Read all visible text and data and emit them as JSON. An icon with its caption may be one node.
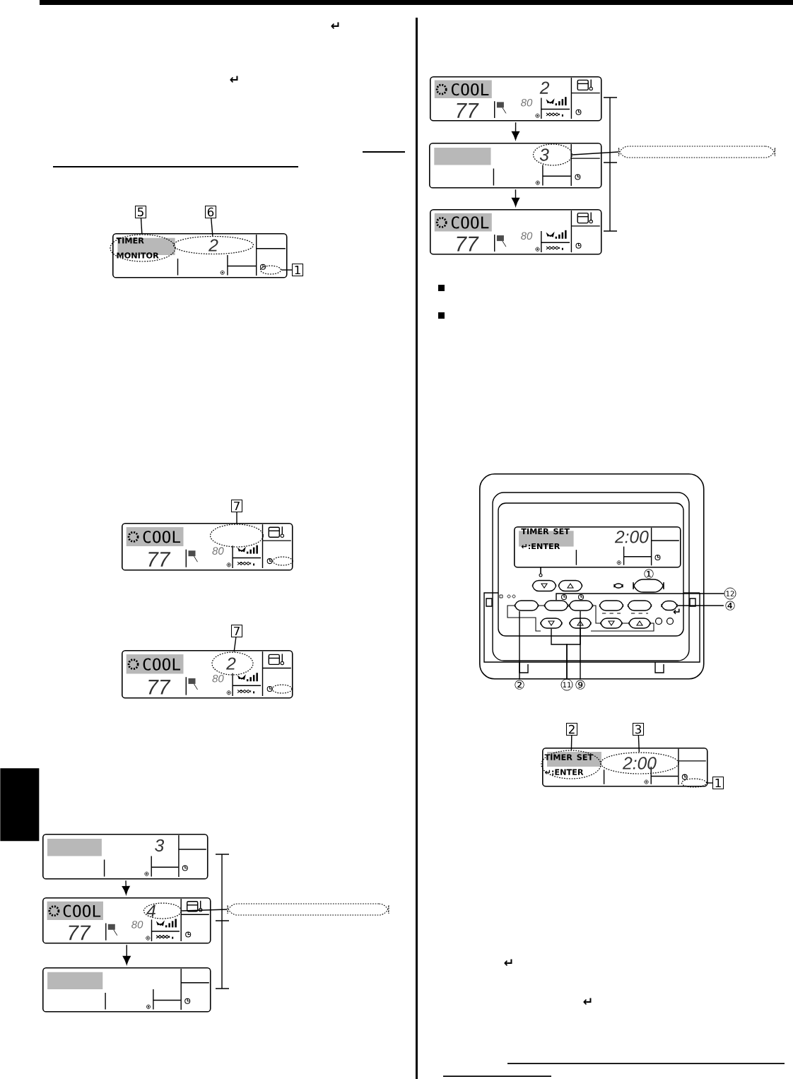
{
  "diagram": {
    "nodes": [
      {
        "text": [],
        "shape": "box"
      },
      {
        "text": [
          "TIMER MONITOR"
        ],
        "in": 0
      },
      {
        "text": [
          "2"
        ],
        "in": 0
      },
      {
        "text": [],
        "shape": "circle",
        "in": 0
      },
      {
        "text": [
          "5"
        ]
      },
      {
        "text": [
          "6"
        ]
      },
      {
        "text": [
          "1"
        ]
      },
      {
        "text": [
          "COOL",
          "77",
          "80"
        ]
      },
      {
        "text": [],
        "shape": "circle",
        "in": 7
      },
      {
        "text": [],
        "shape": "circle",
        "in": 7
      },
      {
        "text": [
          "7"
        ]
      },
      {
        "text": [
          "COOL",
          "77",
          "80"
        ]
      },
      {
        "text": [
          "2"
        ],
        "in": 11
      },
      {
        "text": [],
        "shape": "circle",
        "in": 11
      },
      {
        "text": [
          "7"
        ]
      },
      {
        "text": [
          "COOL",
          "2",
          "77",
          "80"
        ]
      },
      {
        "text": [],
        "shape": "box"
      },
      {
        "text": [
          "3"
        ],
        "in": 16
      },
      {
        "text": [
          "COOL",
          "77",
          "80"
        ]
      },
      {
        "text": [],
        "shape": "box"
      },
      {
        "text": [],
        "shape": "box"
      },
      {
        "text": [
          "TIMER SET ↵:ENTER",
          "2:00"
        ],
        "in": 20
      },
      {
        "text": [],
        "shape": "box",
        "in": 20
      },
      {
        "text": [],
        "shape": "box",
        "in": 20
      },
      {
        "text": [],
        "shape": "box",
        "in": 20
      },
      {
        "text": [],
        "shape": "box",
        "in": 20
      },
      {
        "text": [],
        "shape": "box",
        "in": 20
      },
      {
        "text": [
          "②"
        ]
      },
      {
        "text": [
          "11"
        ]
      },
      {
        "text": [
          "⑨"
        ]
      },
      {
        "text": [
          "12"
        ]
      },
      {
        "text": [
          "④"
        ]
      },
      {
        "text": [],
        "shape": "box"
      },
      {
        "text": [
          "TIMER SET ↵:ENTER"
        ],
        "in": 32
      },
      {
        "text": [
          "2:00"
        ],
        "in": 32
      },
      {
        "text": [],
        "shape": "circle",
        "in": 32
      },
      {
        "text": [
          "2"
        ]
      },
      {
        "text": [
          "3"
        ]
      },
      {
        "text": [
          "1"
        ]
      },
      {
        "text": [
          "3"
        ]
      },
      {
        "text": [
          "COOL",
          "77",
          "80"
        ]
      },
      {
        "text": [
          "4"
        ],
        "in": 40
      },
      {
        "text": [],
        "shape": "box"
      },
      {
        "text": [],
        "shape": "box"
      },
      {
        "text": [],
        "shape": "box"
      },
      {
        "text": [],
        "shape": "box",
        "in": 20
      }
    ],
    "edges": [
      {
        "from": 4,
        "to": 1,
        "arrow": "none"
      },
      {
        "from": 5,
        "to": 2,
        "arrow": "none"
      },
      {
        "from": 6,
        "to": 3,
        "arrow": "none"
      },
      {
        "from": 10,
        "to": 8,
        "arrow": "none"
      },
      {
        "from": 14,
        "to": 12,
        "arrow": "none"
      },
      {
        "from": 15,
        "to": 16,
        "arrow": "to"
      },
      {
        "from": 16,
        "to": 18,
        "arrow": "to"
      },
      {
        "from": 17,
        "to": 19,
        "arrow": "none"
      },
      {
        "from": 27,
        "to": 22,
        "arrow": "none"
      },
      {
        "from": 28,
        "to": 24,
        "arrow": "none"
      },
      {
        "from": 28,
        "to": 25,
        "arrow": "none"
      },
      {
        "from": 29,
        "to": 23,
        "arrow": "none"
      },
      {
        "from": 30,
        "to": 45,
        "arrow": "none"
      },
      {
        "from": 31,
        "to": 26,
        "arrow": "none"
      },
      {
        "from": 36,
        "to": 33,
        "arrow": "none"
      },
      {
        "from": 37,
        "to": 34,
        "arrow": "none"
      },
      {
        "from": 38,
        "to": 35,
        "arrow": "none"
      },
      {
        "from": 39,
        "to": 40,
        "arrow": "to"
      },
      {
        "from": 40,
        "to": 42,
        "arrow": "to"
      },
      {
        "from": 41,
        "to": 43,
        "arrow": "none"
      }
    ],
    "labels": [
      "↵",
      "↵",
      "①",
      "↵",
      "↵",
      "↵"
    ]
  }
}
